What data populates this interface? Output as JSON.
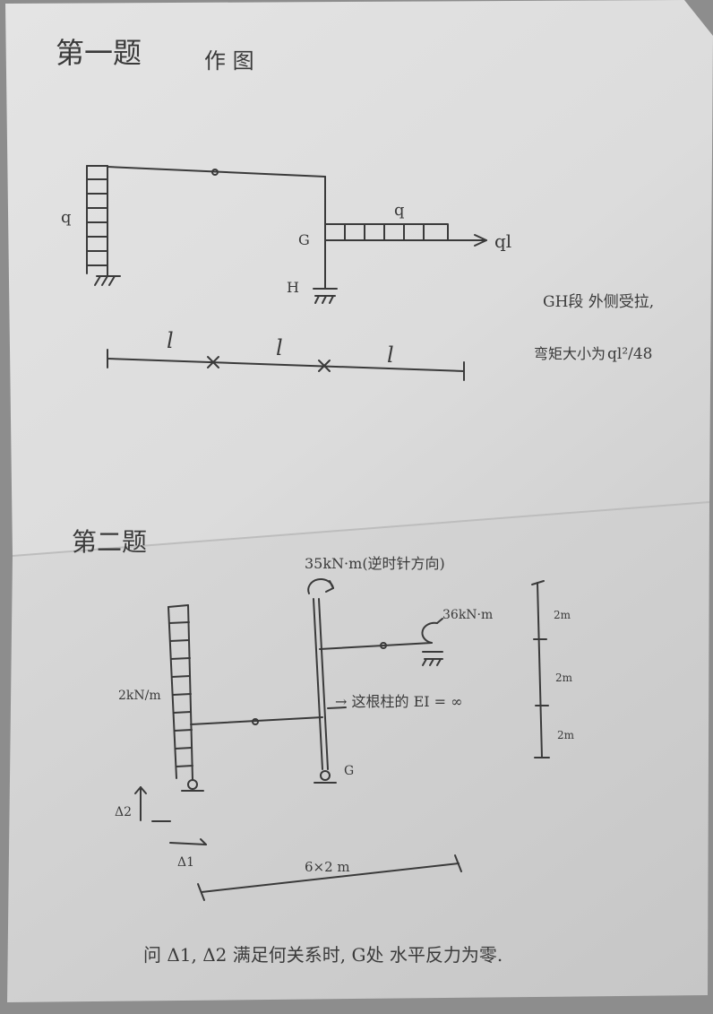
{
  "problem1": {
    "heading": "第一题",
    "subtitle": "作 图",
    "q_label": "q",
    "load_label": "q",
    "node_g": "G",
    "node_h": "H",
    "force_label": "ql",
    "dim_labels": [
      "l",
      "l",
      "l"
    ],
    "note_line1": "GH段 外侧受拉,",
    "note_line2": "弯矩大小为",
    "note_value": "ql²/48"
  },
  "problem2": {
    "heading": "第二题",
    "moment_top": "35kN·m(逆时针方向)",
    "moment_right": "36kN·m",
    "distributed_load": "2kN/m",
    "stiffness_note": "→ 这根柱的 EI = ∞",
    "node_g": "G",
    "vert_dims": [
      "2m",
      "2m",
      "2m"
    ],
    "settle_vert": "Δ2",
    "settle_horiz": "Δ1",
    "span_label": "6×2 m",
    "question": "问 Δ1, Δ2 满足何关系时, G处 水平反力为零."
  }
}
